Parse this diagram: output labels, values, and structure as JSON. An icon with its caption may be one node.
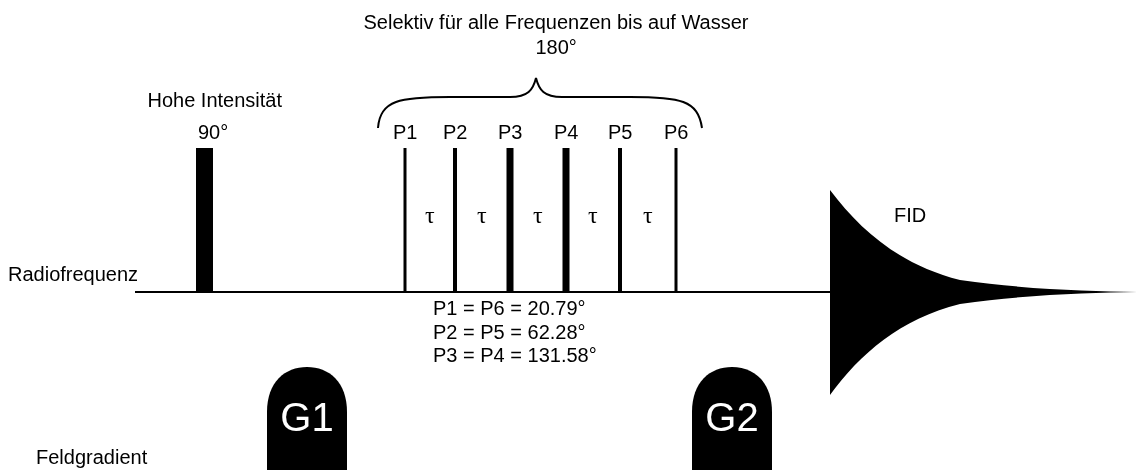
{
  "diagram": {
    "nodes": [
      {
        "text": [
          "G1"
        ]
      },
      {
        "text": [
          "G2"
        ]
      }
    ],
    "edges": [],
    "labels": [
      "Selektiv für alle Frequenzen bis auf Wasser",
      "180°",
      "Hohe Intensität",
      "90°",
      "P1",
      "P2",
      "P3",
      "P4",
      "P5",
      "P6",
      "τ",
      "τ",
      "τ",
      "τ",
      "τ",
      "FID",
      "Radiofrequenz",
      "P1 = P6 = 20.79°",
      "P2 = P5 = 62.28°",
      "P3 = P4 = 131.58°",
      "Feldgradient"
    ]
  }
}
